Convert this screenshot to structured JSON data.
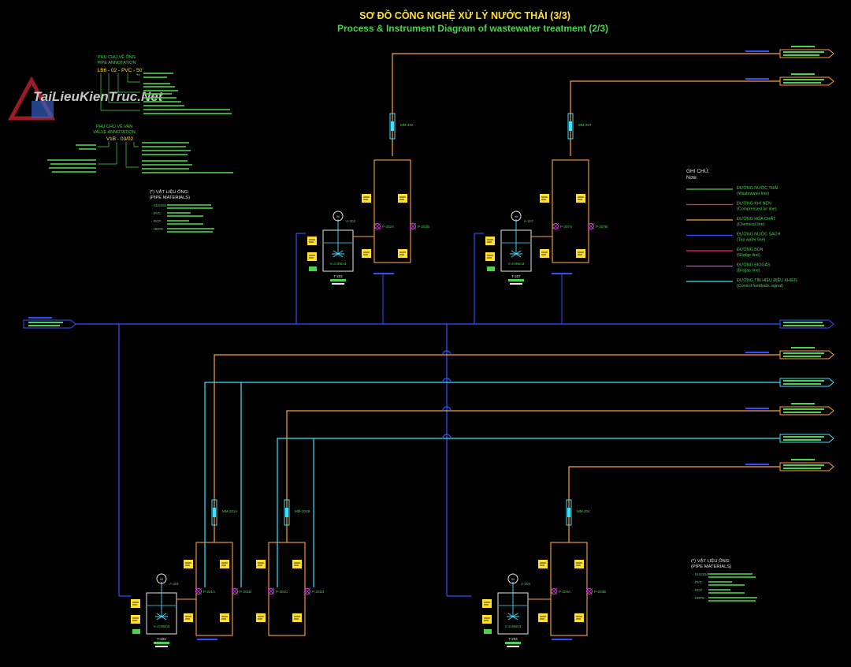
{
  "title": {
    "vi": "SƠ ĐỒ CÔNG NGHỆ XỬ LÝ NƯỚC THẢI (3/3)",
    "en": "Process & Instrument Diagram of wastewater treatment (2/3)"
  },
  "watermark": "TaiLieuKienTruc.Net",
  "pipe_annotation": {
    "heading_vi": "PHỤ CHÚ VỀ ỐNG",
    "heading_en": "PIPE ANNOTATION",
    "code": "LB6 - 02 - PVC - 50"
  },
  "valve_annotation": {
    "heading_vi": "PHỤ CHÚ VỀ VAN",
    "heading_en": "VALVE ANNOTATION",
    "code": "V1B - 03/02"
  },
  "materials": {
    "heading_vi": "(*) VẬT LIỆU ỐNG:",
    "heading_en": "(PIPE MATERIALS)",
    "items": [
      "- SUS304 :",
      "- PVC :",
      "- RCP :",
      "- HDPE :"
    ]
  },
  "legend": {
    "heading_vi": "GHI CHÚ:",
    "heading_en": "Note:",
    "items": [
      {
        "vi": "ĐƯỜNG NƯỚC THẢI",
        "en": "(Wastewater line)",
        "color": "#4cd34c"
      },
      {
        "vi": "ĐƯỜNG KHÍ NÉN",
        "en": "(Compressed air line)",
        "color": "#ff3030"
      },
      {
        "vi": "ĐƯỜNG HÓA CHẤT",
        "en": "(Chemical line)",
        "color": "#ffa040"
      },
      {
        "vi": "ĐƯỜNG NƯỚC SẠCH",
        "en": "(Tap water line)",
        "color": "#3050ff"
      },
      {
        "vi": "ĐƯỜNG BÙN",
        "en": "(Sludge line)",
        "color": "#ff2060"
      },
      {
        "vi": "ĐƯỜNG BIOGAS",
        "en": "(Biogas line)",
        "color": "#e040e0"
      },
      {
        "vi": "ĐƯỜNG TÍN HIỆU ĐIỀU KHIỂN",
        "en": "(Control feedback signal)",
        "color": "#40e0ff"
      }
    ]
  },
  "units": {
    "tank_1": {
      "label": "T-202",
      "vol": "V=0.95m3",
      "mixer": "A-202",
      "meter": "MM-202",
      "pump_a": "P-202A",
      "pump_b": "P-202B"
    },
    "tank_2": {
      "label": "T-207",
      "vol": "V=0.95m3",
      "mixer": "A-207",
      "meter": "MM-207",
      "pump_a": "P-207A",
      "pump_b": "P-207B"
    },
    "tank_3": {
      "label": "T-201",
      "vol": "V=0.95m3",
      "mixer": "A-201",
      "meter_a": "MM-201A",
      "meter_b": "MM-201B",
      "pump_a": "P-201A",
      "pump_b": "P-201B",
      "pump_c": "P-201C",
      "pump_d": "P-201D"
    },
    "tank_4": {
      "label": "T-204",
      "vol": "V=0.95m3",
      "mixer": "A-204",
      "meter": "MM-204",
      "pump_a": "P-204A",
      "pump_b": "P-204B"
    }
  },
  "colors": {
    "chemical": "#ffa040",
    "water": "#3050ff",
    "signal": "#40e0ff",
    "green": "#4cd34c",
    "yellow": "#ffe030",
    "frame": "#ffa040"
  }
}
